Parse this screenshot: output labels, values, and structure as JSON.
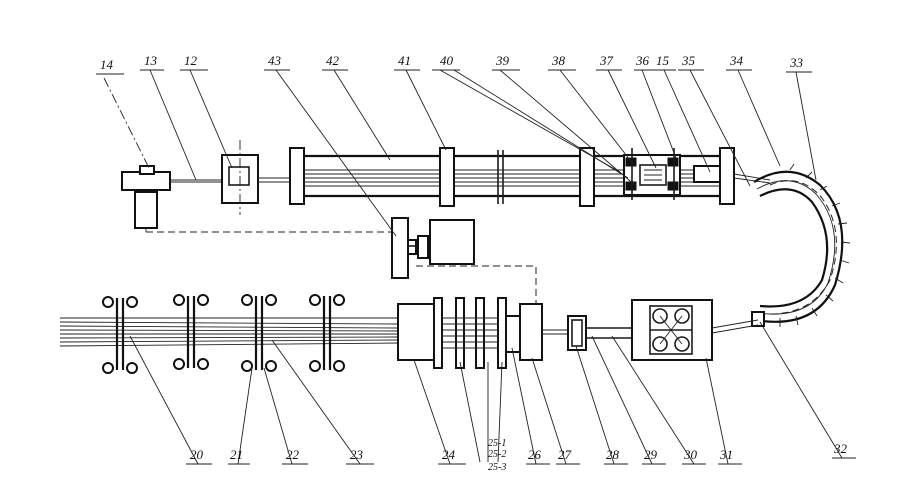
{
  "labels": {
    "l14": "14",
    "l13": "13",
    "l12": "12",
    "l43": "43",
    "l42": "42",
    "l41": "41",
    "l40": "40",
    "l39": "39",
    "l38": "38",
    "l37": "37",
    "l36": "36",
    "l15": "15",
    "l35": "35",
    "l34": "34",
    "l33": "33",
    "l20": "20",
    "l21": "21",
    "l22": "22",
    "l23": "23",
    "l24": "24",
    "l25_1": "25-1",
    "l25_2": "25-2",
    "l25_3": "25-3",
    "l26": "26",
    "l27": "27",
    "l28": "28",
    "l29": "29",
    "l30": "30",
    "l31": "31",
    "l32": "32"
  }
}
